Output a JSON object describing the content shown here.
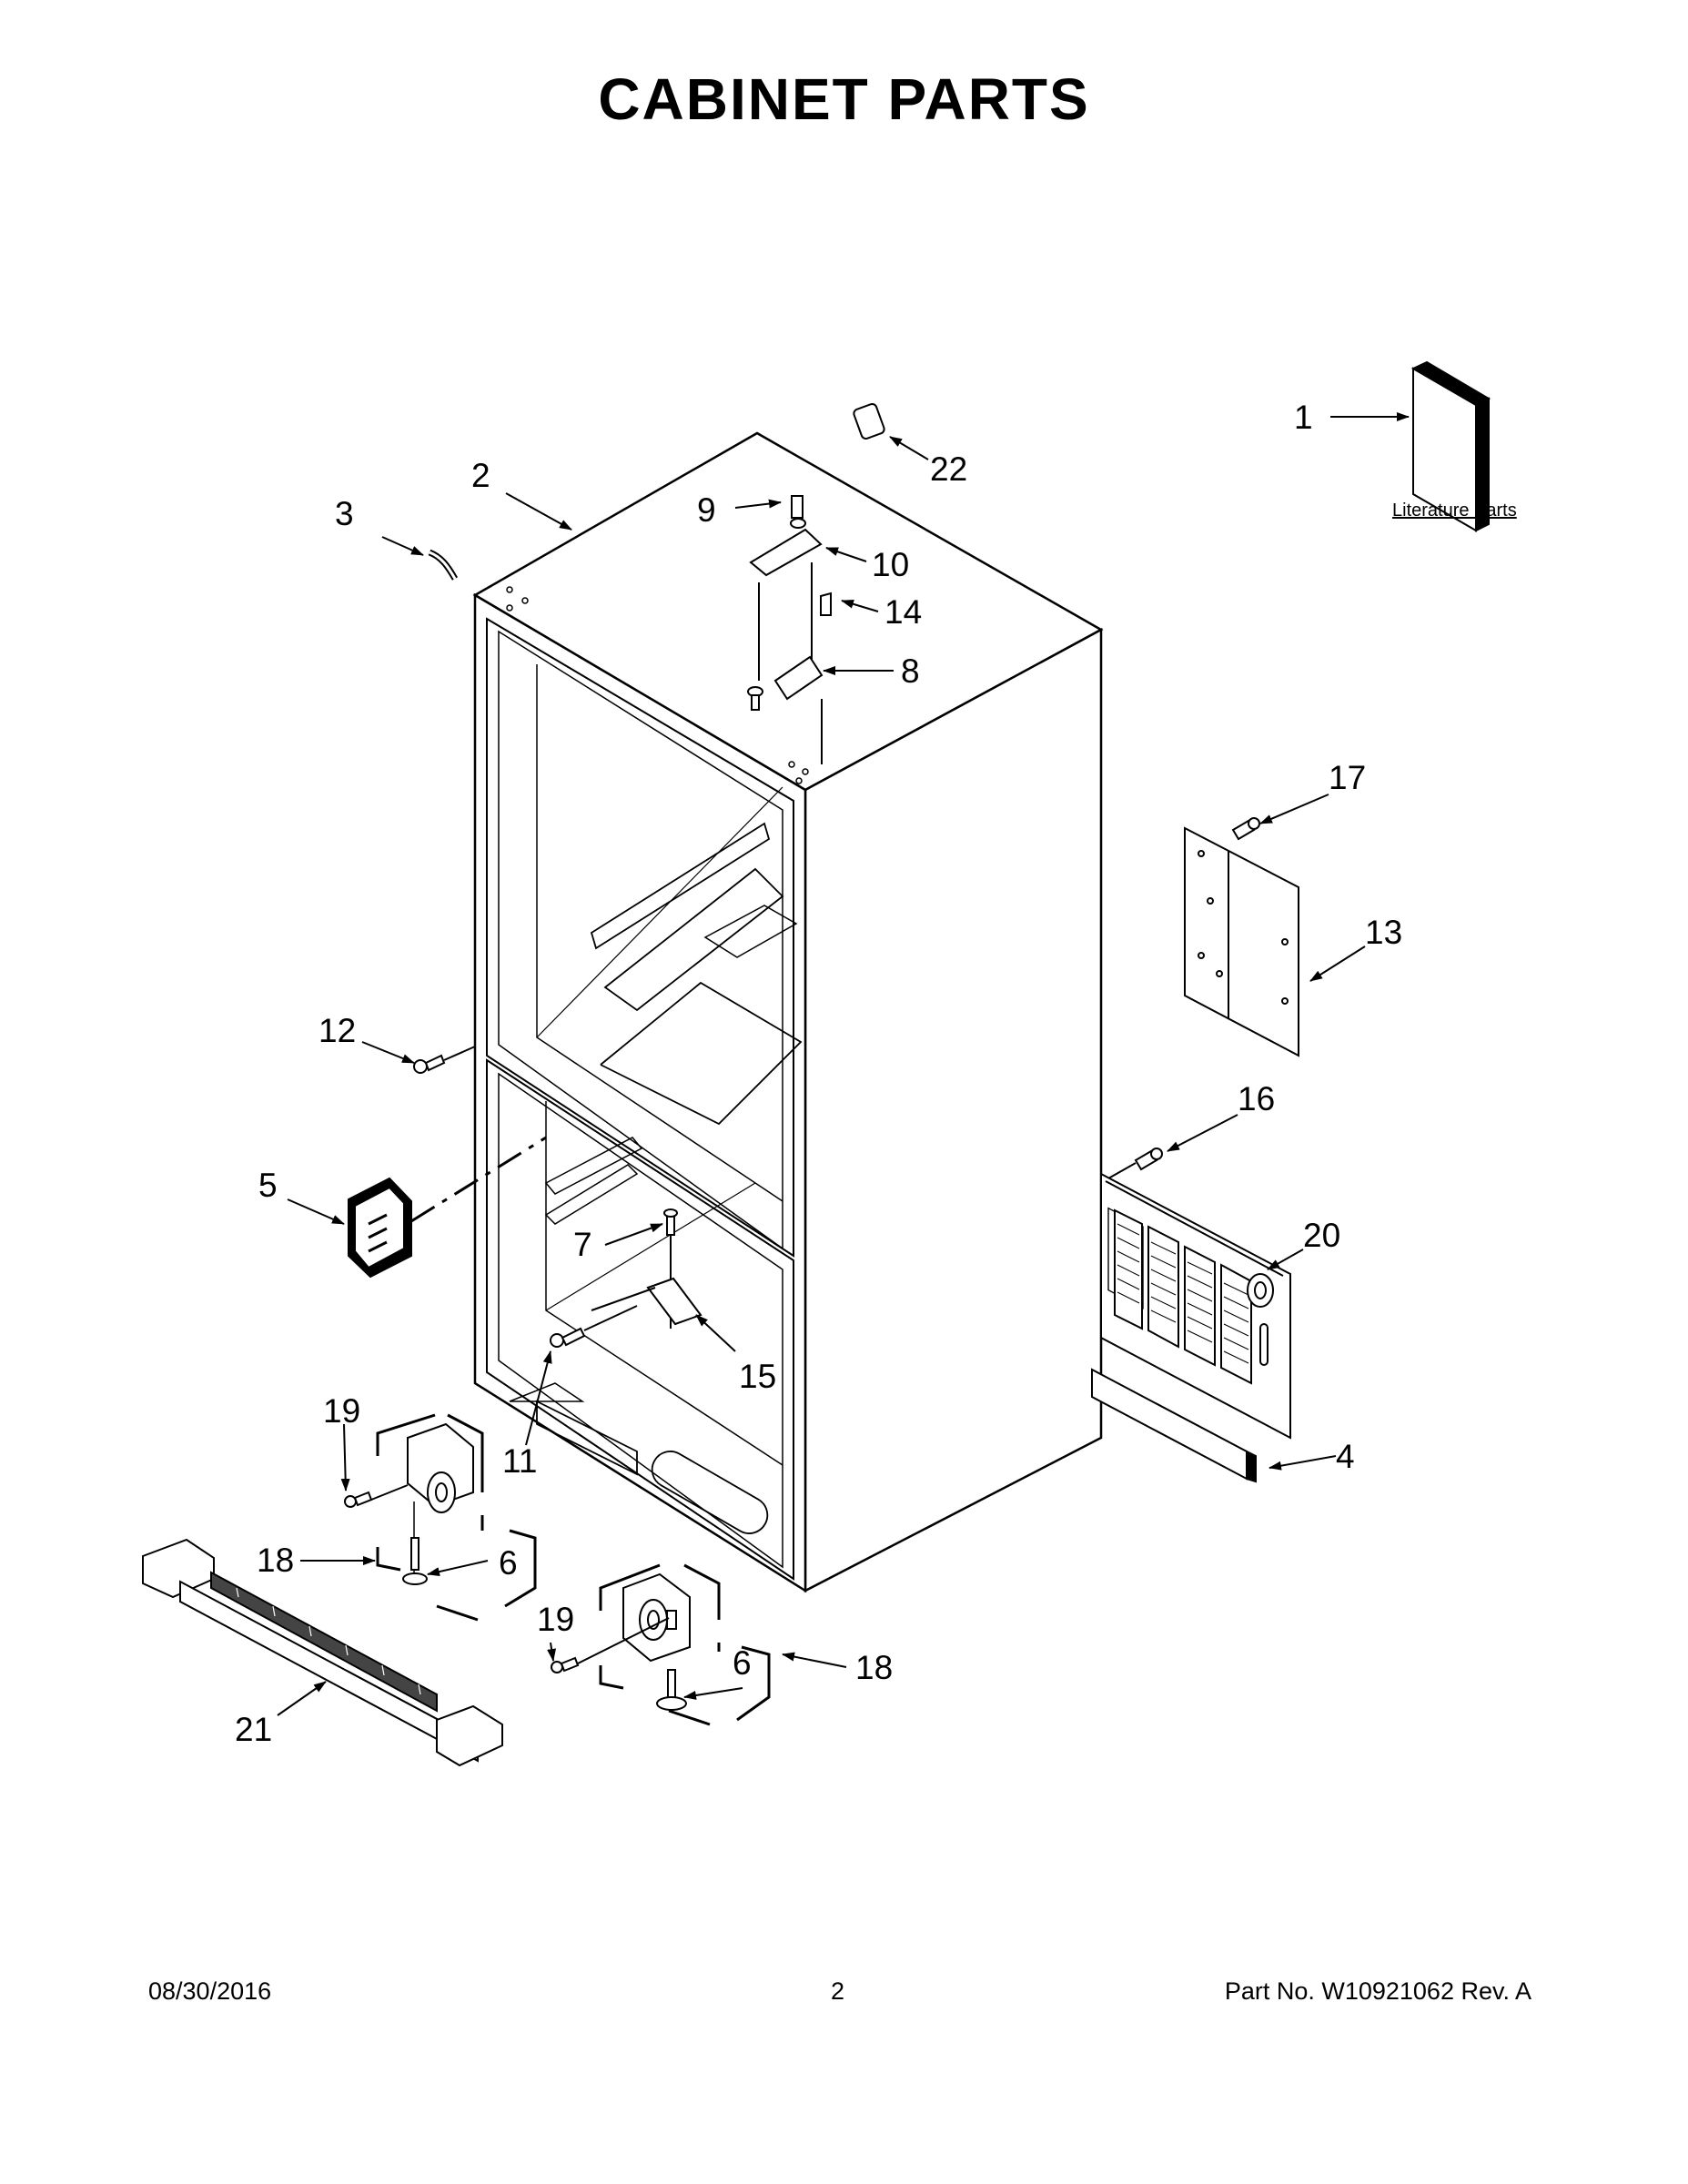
{
  "title": "CABINET PARTS",
  "literature_label": "Literature Parts",
  "callouts": {
    "c1": "1",
    "c2": "2",
    "c3": "3",
    "c4": "4",
    "c5": "5",
    "c6a": "6",
    "c6b": "6",
    "c7": "7",
    "c8": "8",
    "c9": "9",
    "c10": "10",
    "c11": "11",
    "c12": "12",
    "c13": "13",
    "c14": "14",
    "c15": "15",
    "c16": "16",
    "c17": "17",
    "c18a": "18",
    "c18b": "18",
    "c19a": "19",
    "c19b": "19",
    "c20": "20",
    "c21": "21",
    "c22": "22"
  },
  "footer": {
    "date": "08/30/2016",
    "page": "2",
    "part": "Part No.  W10921062  Rev.  A"
  }
}
